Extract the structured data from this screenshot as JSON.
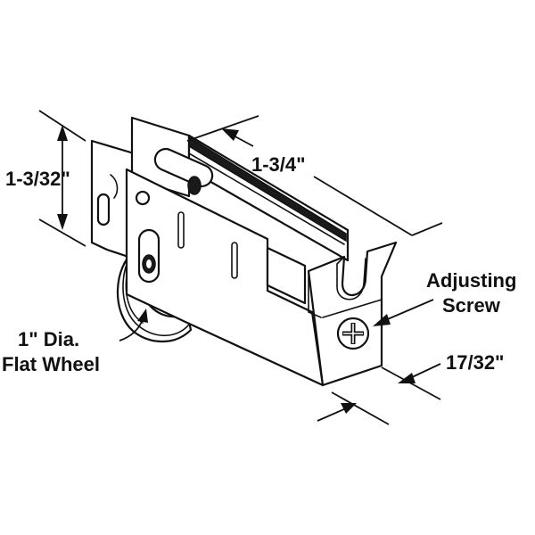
{
  "labels": {
    "height": "1-3/32\"",
    "length": "1-3/4\"",
    "adjusting_line1": "Adjusting",
    "adjusting_line2": "Screw",
    "wheel_line1": "1\" Dia.",
    "wheel_line2": "Flat Wheel",
    "width": "17/32\""
  },
  "colors": {
    "ink": "#111111",
    "background": "#ffffff"
  }
}
